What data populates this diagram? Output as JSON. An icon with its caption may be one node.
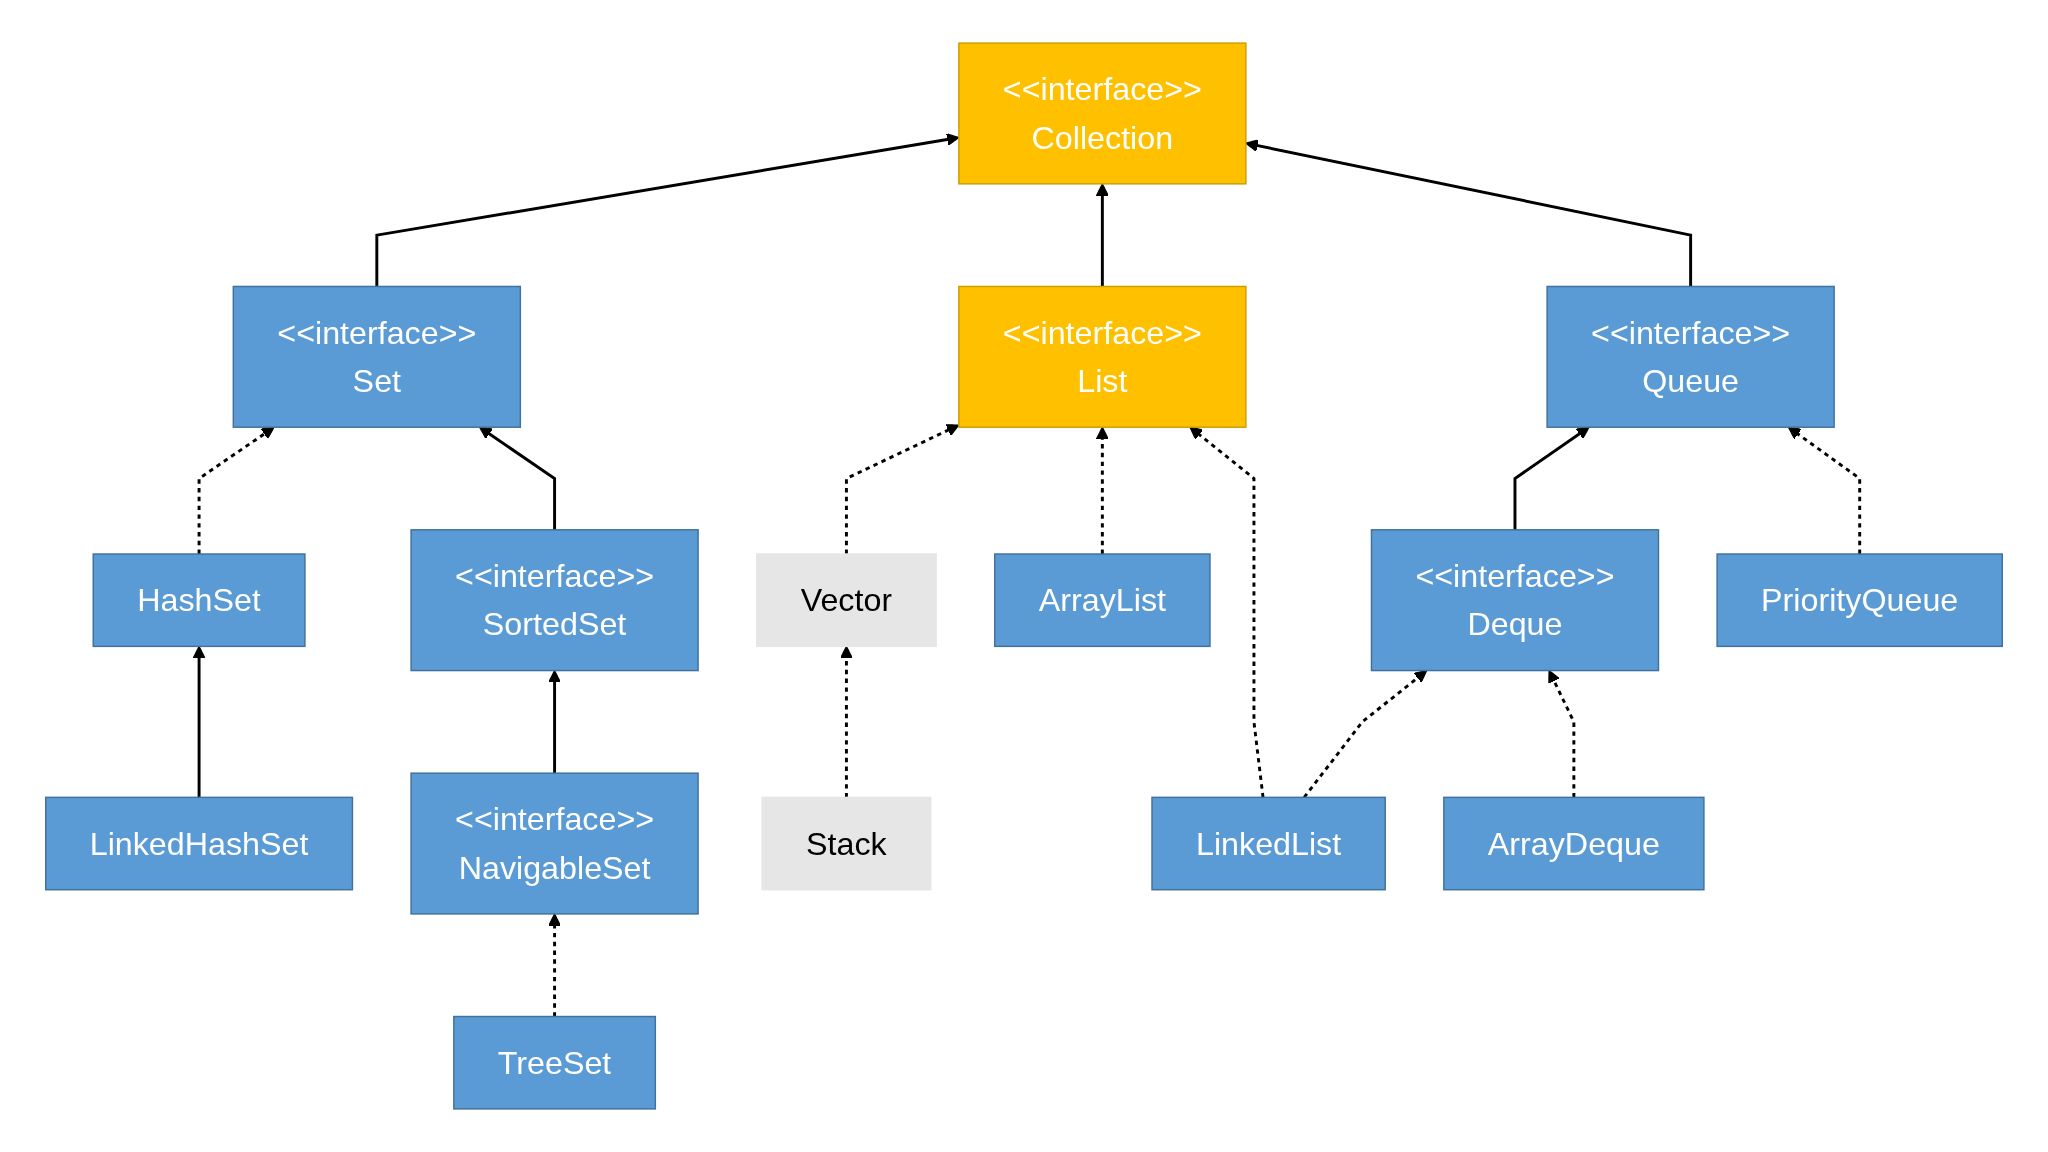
{
  "diagram": {
    "nodes": [
      {
        "text": [
          "<<interface>>",
          "Collection"
        ]
      },
      {
        "text": [
          "<<interface>>",
          "Set"
        ]
      },
      {
        "text": [
          "Vector"
        ]
      },
      {
        "text": [
          "<<interface>>",
          "List"
        ]
      },
      {
        "text": [
          "<<interface>>",
          "Queue"
        ]
      },
      {
        "text": [
          "Stack"
        ]
      },
      {
        "text": [
          "HashSet"
        ]
      },
      {
        "text": [
          "<<interface>>",
          "SortedSet"
        ]
      },
      {
        "text": [
          "ArrayList"
        ]
      },
      {
        "text": [
          "<<interface>>",
          "Deque"
        ]
      },
      {
        "text": [
          "PriorityQueue"
        ]
      },
      {
        "text": [
          "LinkedHashSet"
        ]
      },
      {
        "text": [
          "<<interface>>",
          "NavigableSet"
        ]
      },
      {
        "text": [
          "LinkedList"
        ]
      },
      {
        "text": [
          "ArrayDeque"
        ]
      },
      {
        "text": [
          "TreeSet"
        ]
      }
    ],
    "edges": [
      {
        "from": 1,
        "to": 0,
        "arrow": "to"
      },
      {
        "from": 3,
        "to": 0,
        "arrow": "to"
      },
      {
        "from": 4,
        "to": 0,
        "arrow": "to"
      },
      {
        "from": 2,
        "to": 3,
        "arrow": "to",
        "style": "dashed"
      },
      {
        "from": 5,
        "to": 2,
        "arrow": "to",
        "style": "dashed"
      },
      {
        "from": 6,
        "to": 1,
        "arrow": "to",
        "style": "dashed"
      },
      {
        "from": 7,
        "to": 1,
        "arrow": "to"
      },
      {
        "from": 8,
        "to": 3,
        "arrow": "to",
        "style": "dashed"
      },
      {
        "from": 13,
        "to": 3,
        "arrow": "to",
        "style": "dashed"
      },
      {
        "from": 9,
        "to": 4,
        "arrow": "to"
      },
      {
        "from": 10,
        "to": 4,
        "arrow": "to",
        "style": "dashed"
      },
      {
        "from": 13,
        "to": 9,
        "arrow": "to",
        "style": "dashed"
      },
      {
        "from": 14,
        "to": 9,
        "arrow": "to",
        "style": "dashed"
      },
      {
        "from": 11,
        "to": 6,
        "arrow": "to"
      },
      {
        "from": 12,
        "to": 7,
        "arrow": "to"
      },
      {
        "from": 15,
        "to": 12,
        "arrow": "to",
        "style": "dashed"
      }
    ]
  }
}
